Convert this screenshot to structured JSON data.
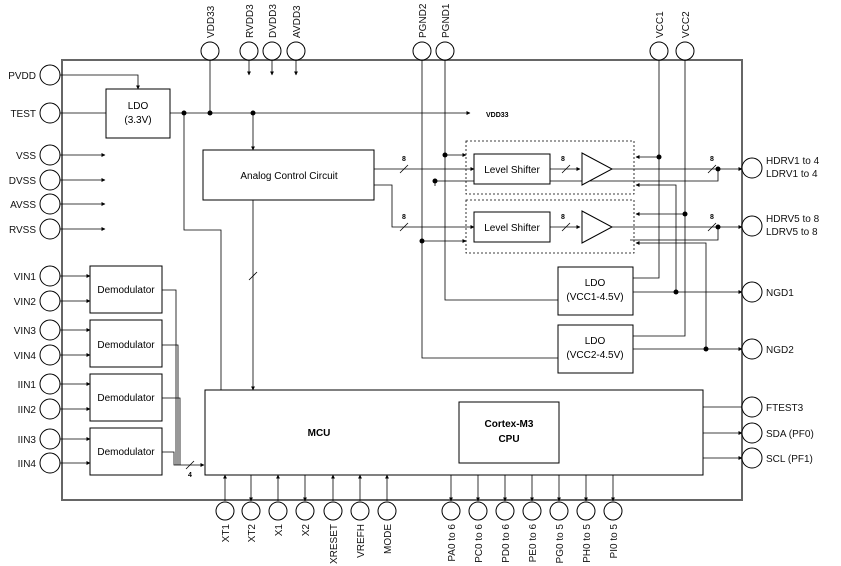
{
  "left_pins": [
    "PVDD",
    "TEST",
    "VSS",
    "DVSS",
    "AVSS",
    "RVSS",
    "VIN1",
    "VIN2",
    "VIN3",
    "VIN4",
    "IIN1",
    "IIN2",
    "IIN3",
    "IIN4"
  ],
  "top_pins": [
    "VDD33",
    "RVDD3",
    "DVDD3",
    "AVDD3",
    "PGND2",
    "PGND1",
    "VCC1",
    "VCC2"
  ],
  "right_pins": [
    {
      "label1": "HDRV1 to 4",
      "label2": "LDRV1 to 4"
    },
    {
      "label1": "HDRV5 to 8",
      "label2": "LDRV5 to 8"
    },
    {
      "label1": "NGD1"
    },
    {
      "label1": "NGD2"
    },
    {
      "label1": "FTEST3"
    },
    {
      "label1": "SDA (PF0)"
    },
    {
      "label1": "SCL (PF1)"
    }
  ],
  "bottom_pins": [
    "XT1",
    "XT2",
    "X1",
    "X2",
    "XRESET",
    "VREFH",
    "MODE",
    "PA0 to 6",
    "PC0 to 6",
    "PD0 to 6",
    "PE0 to 6",
    "PG0 to 5",
    "PH0 to 5",
    "PI0 to 5"
  ],
  "blocks": {
    "ldo_main": {
      "line1": "LDO",
      "line2": "(3.3V)"
    },
    "analog": "Analog Control Circuit",
    "level_shifter_1": "Level Shifter",
    "level_shifter_2": "Level Shifter",
    "ldo_vcc1": {
      "line1": "LDO",
      "line2": "(VCC1-4.5V)"
    },
    "ldo_vcc2": {
      "line1": "LDO",
      "line2": "(VCC2-4.5V)"
    },
    "demod": [
      "Demodulator",
      "Demodulator",
      "Demodulator",
      "Demodulator"
    ],
    "mcu": "MCU",
    "cpu": {
      "line1": "Cortex-M3",
      "line2": "CPU"
    }
  },
  "annotations": {
    "vdd33_net": "VDD33",
    "bus_width_8": "8",
    "bus_width_4": "4"
  }
}
